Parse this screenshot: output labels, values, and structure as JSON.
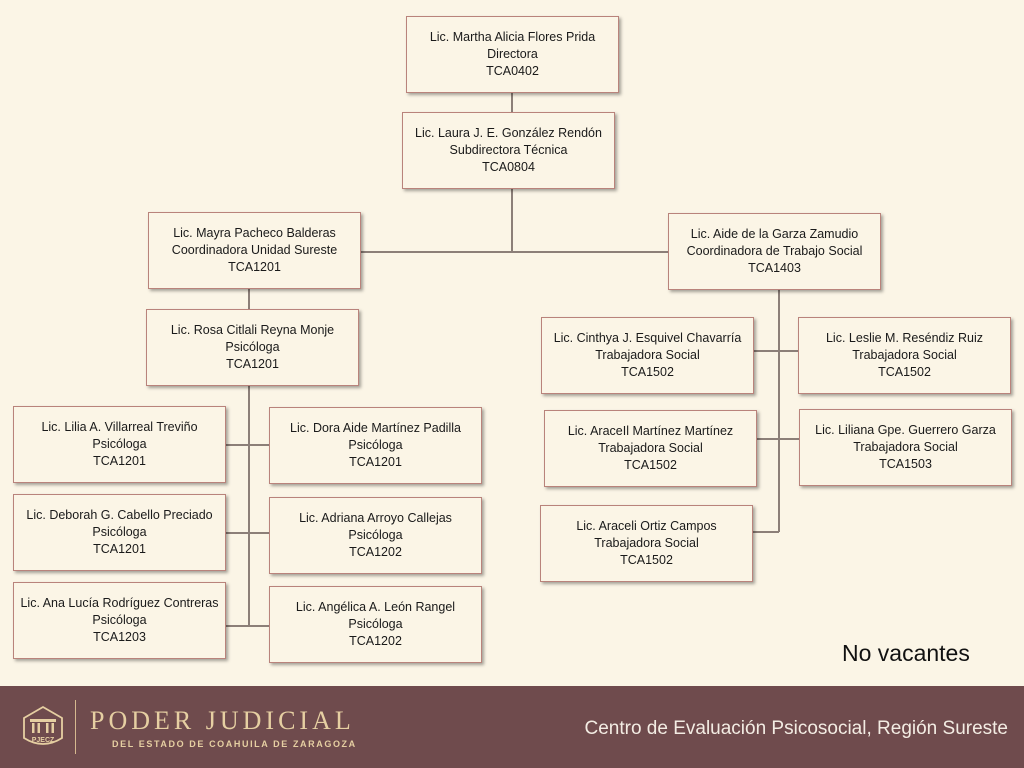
{
  "director": {
    "name": "Lic. Martha Alicia Flores Prida",
    "role": "Directora",
    "code": "TCA0402"
  },
  "subdirector": {
    "name": "Lic. Laura J. E. González Rendón",
    "role": "Subdirectora Técnica",
    "code": "TCA0804"
  },
  "coord_sureste": {
    "name": "Lic. Mayra Pacheco Balderas",
    "role": "Coordinadora Unidad Sureste",
    "code": "TCA1201"
  },
  "coord_social": {
    "name": "Lic. Aide de la Garza Zamudio",
    "role": "Coordinadora de Trabajo Social",
    "code": "TCA1403"
  },
  "psicologa_lead": {
    "name": "Lic. Rosa Citlali Reyna Monje",
    "role": "Psicóloga",
    "code": "TCA1201"
  },
  "psicologas": [
    {
      "name": "Lic. Lilia A. Villarreal Treviño",
      "role": "Psicóloga",
      "code": "TCA1201"
    },
    {
      "name": "Lic. Dora Aide Martínez Padilla",
      "role": "Psicóloga",
      "code": "TCA1201"
    },
    {
      "name": "Lic. Deborah G. Cabello Preciado",
      "role": "Psicóloga",
      "code": "TCA1201"
    },
    {
      "name": "Lic. Adriana Arroyo Callejas",
      "role": "Psicóloga",
      "code": "TCA1202"
    },
    {
      "name": "Lic. Ana Lucía Rodríguez Contreras",
      "role": "Psicóloga",
      "code": "TCA1203"
    },
    {
      "name": "Lic. Angélica A. León Rangel",
      "role": "Psicóloga",
      "code": "TCA1202"
    }
  ],
  "trabajadoras": [
    {
      "name": "Lic. Cinthya J. Esquivel Chavarría",
      "role": "Trabajadora Social",
      "code": "TCA1502"
    },
    {
      "name": "Lic. Leslie M. Reséndiz Ruiz",
      "role": "Trabajadora Social",
      "code": "TCA1502"
    },
    {
      "name": "Lic. AraceIl Martínez Martínez",
      "role": "Trabajadora Social",
      "code": "TCA1502"
    },
    {
      "name": "Lic. Liliana Gpe. Guerrero Garza",
      "role": "Trabajadora Social",
      "code": "TCA1503"
    },
    {
      "name": "Lic. Araceli Ortiz Campos",
      "role": "Trabajadora Social",
      "code": "TCA1502"
    }
  ],
  "note": "No vacantes",
  "footer": {
    "seal_text": "PJECZ",
    "brand": "PODER JUDICIAL",
    "brand_sub": "DEL ESTADO DE COAHUILA DE ZARAGOZA",
    "title": "Centro de Evaluación Psicosocial, Región Sureste"
  },
  "colors": {
    "background": "#fbf5e6",
    "box_border": "#b9837b",
    "footer": "#6f4b4d",
    "gold": "#e6cfa2"
  }
}
